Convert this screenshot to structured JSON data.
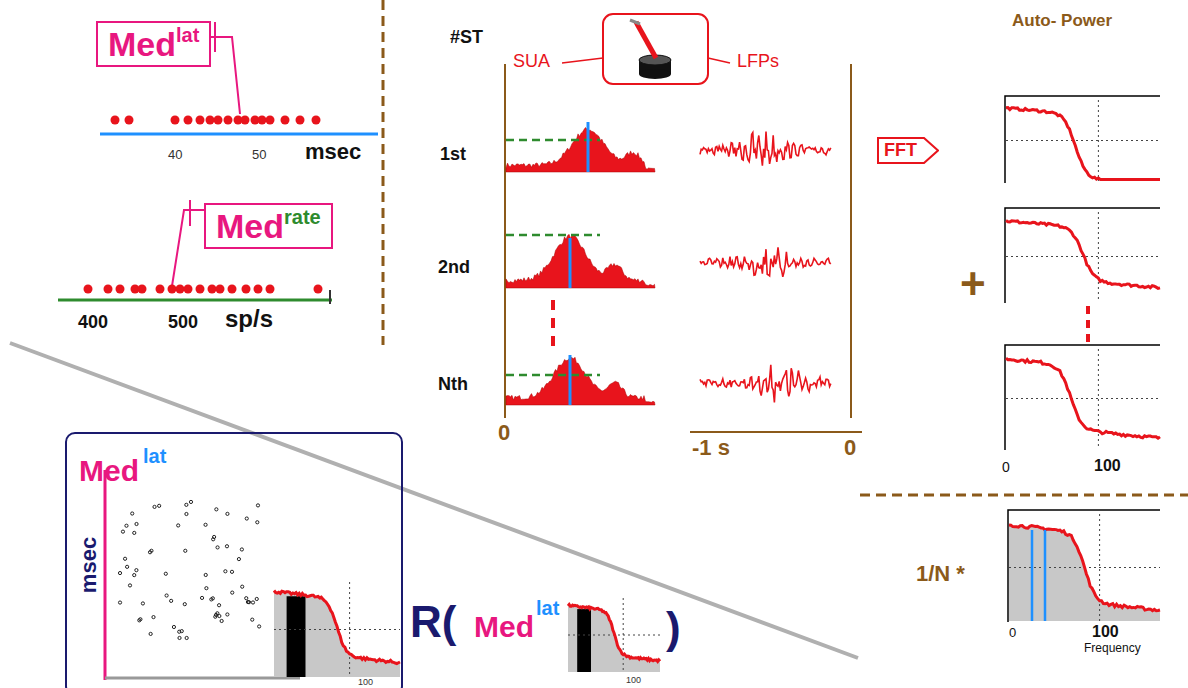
{
  "diagram": {
    "nodes": [
      {
        "text": [
          "Med",
          "lat"
        ]
      },
      {
        "text": [
          "Med",
          "rate"
        ]
      },
      {
        "text": [
          "FFT"
        ]
      },
      {
        "text": [
          "Med",
          "lat",
          "msec"
        ]
      }
    ],
    "labels": [
      "40",
      "50",
      "msec",
      "400",
      "500",
      "sp/s",
      "#ST",
      "SUA",
      "LFPs",
      "1st",
      "2nd",
      "Nth",
      "0",
      "-1 s",
      "0",
      "Auto- Power",
      "+",
      "0",
      "100",
      "1/N *",
      "0",
      "100",
      "Frequency",
      "100",
      "R(",
      "Med",
      "lat",
      ")",
      "100"
    ]
  }
}
